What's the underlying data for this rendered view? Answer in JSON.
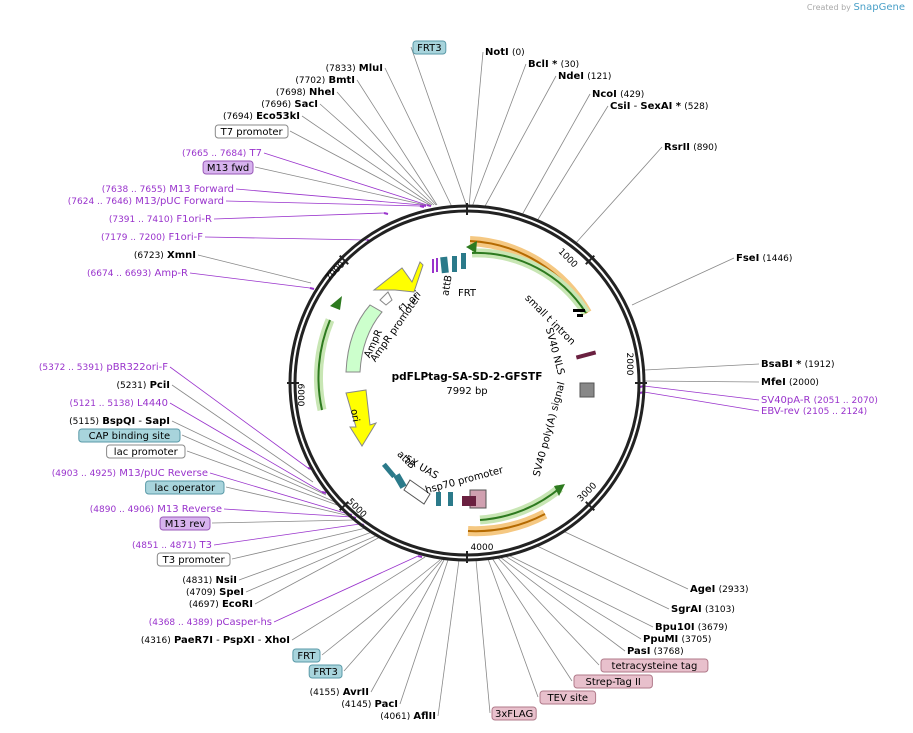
{
  "watermark": {
    "prefix": "Created by",
    "brand": "SnapGene"
  },
  "plasmid": {
    "name": "pdFLPtag-SA-SD-2-GFSTF",
    "length": "7992 bp"
  },
  "ticks": [
    "1000",
    "2000",
    "3000",
    "4000",
    "5000",
    "6000",
    "7000"
  ],
  "colors": {
    "primer": "#9933cc",
    "enzyme": "#000000",
    "feature_blue": "#a8d4dc",
    "feature_purple": "#d7b3ee",
    "feature_pink": "#e8c0cc",
    "arrow_green": "#3a8a2a",
    "arrow_orange": "#f0a030",
    "ori": "#ffff00",
    "ampr": "#ccffcc"
  },
  "labels": [
    {
      "id": "frt3-top",
      "kind": "box",
      "fill": "blue",
      "text": "FRT3"
    },
    {
      "id": "noti",
      "kind": "enzyme",
      "name": "NotI",
      "pos": "(0)"
    },
    {
      "id": "bcli",
      "kind": "enzyme",
      "name": "BclI *",
      "pos": "(30)"
    },
    {
      "id": "ndei",
      "kind": "enzyme",
      "name": "NdeI",
      "pos": "(121)"
    },
    {
      "id": "ncoi",
      "kind": "enzyme",
      "name": "NcoI",
      "pos": "(429)"
    },
    {
      "id": "csii",
      "kind": "enzyme2",
      "name": "CsiI",
      "name2": "SexAI *",
      "pos": "(528)"
    },
    {
      "id": "rsrii",
      "kind": "enzyme",
      "name": "RsrII",
      "pos": "(890)"
    },
    {
      "id": "fsei",
      "kind": "enzyme",
      "name": "FseI",
      "pos": "(1446)"
    },
    {
      "id": "bsabi",
      "kind": "enzyme",
      "name": "BsaBI *",
      "pos": "(1912)"
    },
    {
      "id": "mfei",
      "kind": "enzyme",
      "name": "MfeI",
      "pos": "(2000)"
    },
    {
      "id": "sv40pa-r",
      "kind": "primer",
      "name": "SV40pA-R",
      "pos": "(2051 .. 2070)"
    },
    {
      "id": "ebv-rev",
      "kind": "primer",
      "name": "EBV-rev",
      "pos": "(2105 .. 2124)"
    },
    {
      "id": "agei",
      "kind": "enzyme",
      "name": "AgeI",
      "pos": "(2933)"
    },
    {
      "id": "sgrai",
      "kind": "enzyme",
      "name": "SgrAI",
      "pos": "(3103)"
    },
    {
      "id": "bpu10i",
      "kind": "enzyme",
      "name": "Bpu10I",
      "pos": "(3679)"
    },
    {
      "id": "ppumi",
      "kind": "enzyme",
      "name": "PpuMI",
      "pos": "(3705)"
    },
    {
      "id": "pasi",
      "kind": "enzyme",
      "name": "PasI",
      "pos": "(3768)"
    },
    {
      "id": "tetracysteine",
      "kind": "box",
      "fill": "pink",
      "text": "tetracysteine tag"
    },
    {
      "id": "strep",
      "kind": "box",
      "fill": "pink",
      "text": "Strep-Tag II"
    },
    {
      "id": "tev",
      "kind": "box",
      "fill": "pink",
      "text": "TEV site"
    },
    {
      "id": "3xflag",
      "kind": "box",
      "fill": "pink",
      "text": "3xFLAG"
    },
    {
      "id": "aflii",
      "kind": "enzymeL",
      "name": "AflII",
      "pos": "(4061)"
    },
    {
      "id": "paci",
      "kind": "enzymeL",
      "name": "PacI",
      "pos": "(4145)"
    },
    {
      "id": "avrii",
      "kind": "enzymeL",
      "name": "AvrII",
      "pos": "(4155)"
    },
    {
      "id": "frt3-b",
      "kind": "box",
      "fill": "blue",
      "text": "FRT3"
    },
    {
      "id": "frt-b",
      "kind": "box",
      "fill": "blue",
      "text": "FRT"
    },
    {
      "id": "paer7i",
      "kind": "enzymeL3",
      "name": "PaeR7I",
      "name2": "PspXI",
      "name3": "XhoI",
      "pos": "(4316)"
    },
    {
      "id": "pcasper",
      "kind": "primerL",
      "name": "pCasper-hs",
      "pos": "(4368 .. 4389)"
    },
    {
      "id": "ecori",
      "kind": "enzymeL",
      "name": "EcoRI",
      "pos": "(4697)"
    },
    {
      "id": "spei",
      "kind": "enzymeL",
      "name": "SpeI",
      "pos": "(4709)"
    },
    {
      "id": "nsii",
      "kind": "enzymeL",
      "name": "NsiI",
      "pos": "(4831)"
    },
    {
      "id": "t3prom",
      "kind": "box",
      "fill": "white",
      "text": "T3 promoter"
    },
    {
      "id": "t3",
      "kind": "primerL",
      "name": "T3",
      "pos": "(4851 .. 4871)"
    },
    {
      "id": "m13rev",
      "kind": "box",
      "fill": "purple",
      "text": "M13 rev"
    },
    {
      "id": "m13reverse",
      "kind": "primerL",
      "name": "M13 Reverse",
      "pos": "(4890 .. 4906)"
    },
    {
      "id": "lacop",
      "kind": "box",
      "fill": "blue",
      "text": "lac operator"
    },
    {
      "id": "m13pucrev",
      "kind": "primerL",
      "name": "M13/pUC Reverse",
      "pos": "(4903 .. 4925)"
    },
    {
      "id": "lacprom",
      "kind": "box",
      "fill": "white",
      "text": "lac promoter"
    },
    {
      "id": "cap",
      "kind": "box",
      "fill": "blue",
      "text": "CAP binding site"
    },
    {
      "id": "bspqi",
      "kind": "enzymeL2",
      "name": "BspQI",
      "name2": "SapI",
      "pos": "(5115)"
    },
    {
      "id": "l4440",
      "kind": "primerL",
      "name": "L4440",
      "pos": "(5121 .. 5138)"
    },
    {
      "id": "pcii",
      "kind": "enzymeL",
      "name": "PciI",
      "pos": "(5231)"
    },
    {
      "id": "pbr322",
      "kind": "primerL",
      "name": "pBR322ori-F",
      "pos": "(5372 .. 5391)"
    },
    {
      "id": "amp-r",
      "kind": "primerL",
      "name": "Amp-R",
      "pos": "(6674 .. 6693)"
    },
    {
      "id": "xmni",
      "kind": "enzymeL",
      "name": "XmnI",
      "pos": "(6723)"
    },
    {
      "id": "f1ori-f",
      "kind": "primerL",
      "name": "F1ori-F",
      "pos": "(7179 .. 7200)"
    },
    {
      "id": "f1ori-r",
      "kind": "primerL",
      "name": "F1ori-R",
      "pos": "(7391 .. 7410)"
    },
    {
      "id": "m13puc-fwd",
      "kind": "primerL",
      "name": "M13/pUC Forward",
      "pos": "(7624 .. 7646)"
    },
    {
      "id": "m13forward",
      "kind": "primerL",
      "name": "M13 Forward",
      "pos": "(7638 .. 7655)"
    },
    {
      "id": "m13fwd",
      "kind": "box",
      "fill": "purple",
      "text": "M13 fwd"
    },
    {
      "id": "t7",
      "kind": "primerL",
      "name": "T7",
      "pos": "(7665 .. 7684)"
    },
    {
      "id": "t7prom",
      "kind": "box",
      "fill": "white",
      "text": "T7 promoter"
    },
    {
      "id": "eco53ki",
      "kind": "enzymeL",
      "name": "Eco53kI",
      "pos": "(7694)"
    },
    {
      "id": "saci",
      "kind": "enzymeL",
      "name": "SacI",
      "pos": "(7696)"
    },
    {
      "id": "nhei",
      "kind": "enzymeL",
      "name": "NheI",
      "pos": "(7698)"
    },
    {
      "id": "bmti",
      "kind": "enzymeL",
      "name": "BmtI",
      "pos": "(7702)"
    },
    {
      "id": "mlui",
      "kind": "enzymeL",
      "name": "MluI",
      "pos": "(7833)"
    }
  ],
  "features": {
    "attb_top": "attB",
    "frt_top": "FRT",
    "f1ori": "f1 ori",
    "ampr_prom": "AmpR promoter",
    "ampr": "AmpR",
    "ori": "ori",
    "small_t": "small t intron",
    "sv40nls": "SV40 NLS",
    "sv40polya": "SV40 poly(A) signal",
    "uas": "5X UAS",
    "attb_bot": "attB",
    "hsp70": "hsp70 promoter"
  }
}
